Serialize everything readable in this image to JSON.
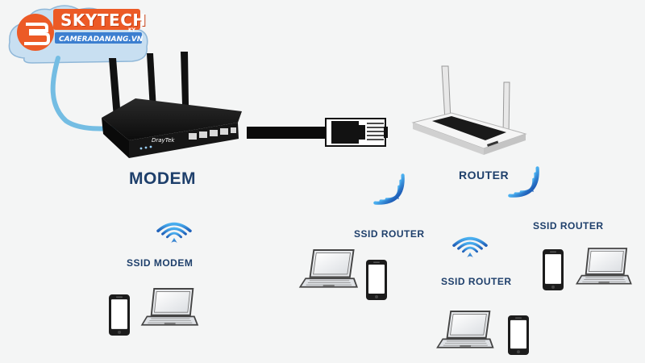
{
  "logo": {
    "brand": "SKYTECH",
    "sub": "CAMERADANANG.VN",
    "small": "KY"
  },
  "labels": {
    "modem": "MODEM",
    "router": "ROUTER",
    "ssid_modem": "SSID MODEM",
    "ssid_router": "SSID ROUTER"
  },
  "device_brand": "DrayTek",
  "colors": {
    "cable": "#74bde3",
    "label": "#1e3f6b",
    "wifi": "#3a8fd8",
    "logo_orange": "#ec5a26",
    "logo_blue": "#3c7fd0"
  },
  "icons": [
    "cloud-icon",
    "modem-icon",
    "router-icon",
    "ethernet-cable-icon",
    "wifi-icon",
    "laptop-icon",
    "smartphone-icon"
  ]
}
